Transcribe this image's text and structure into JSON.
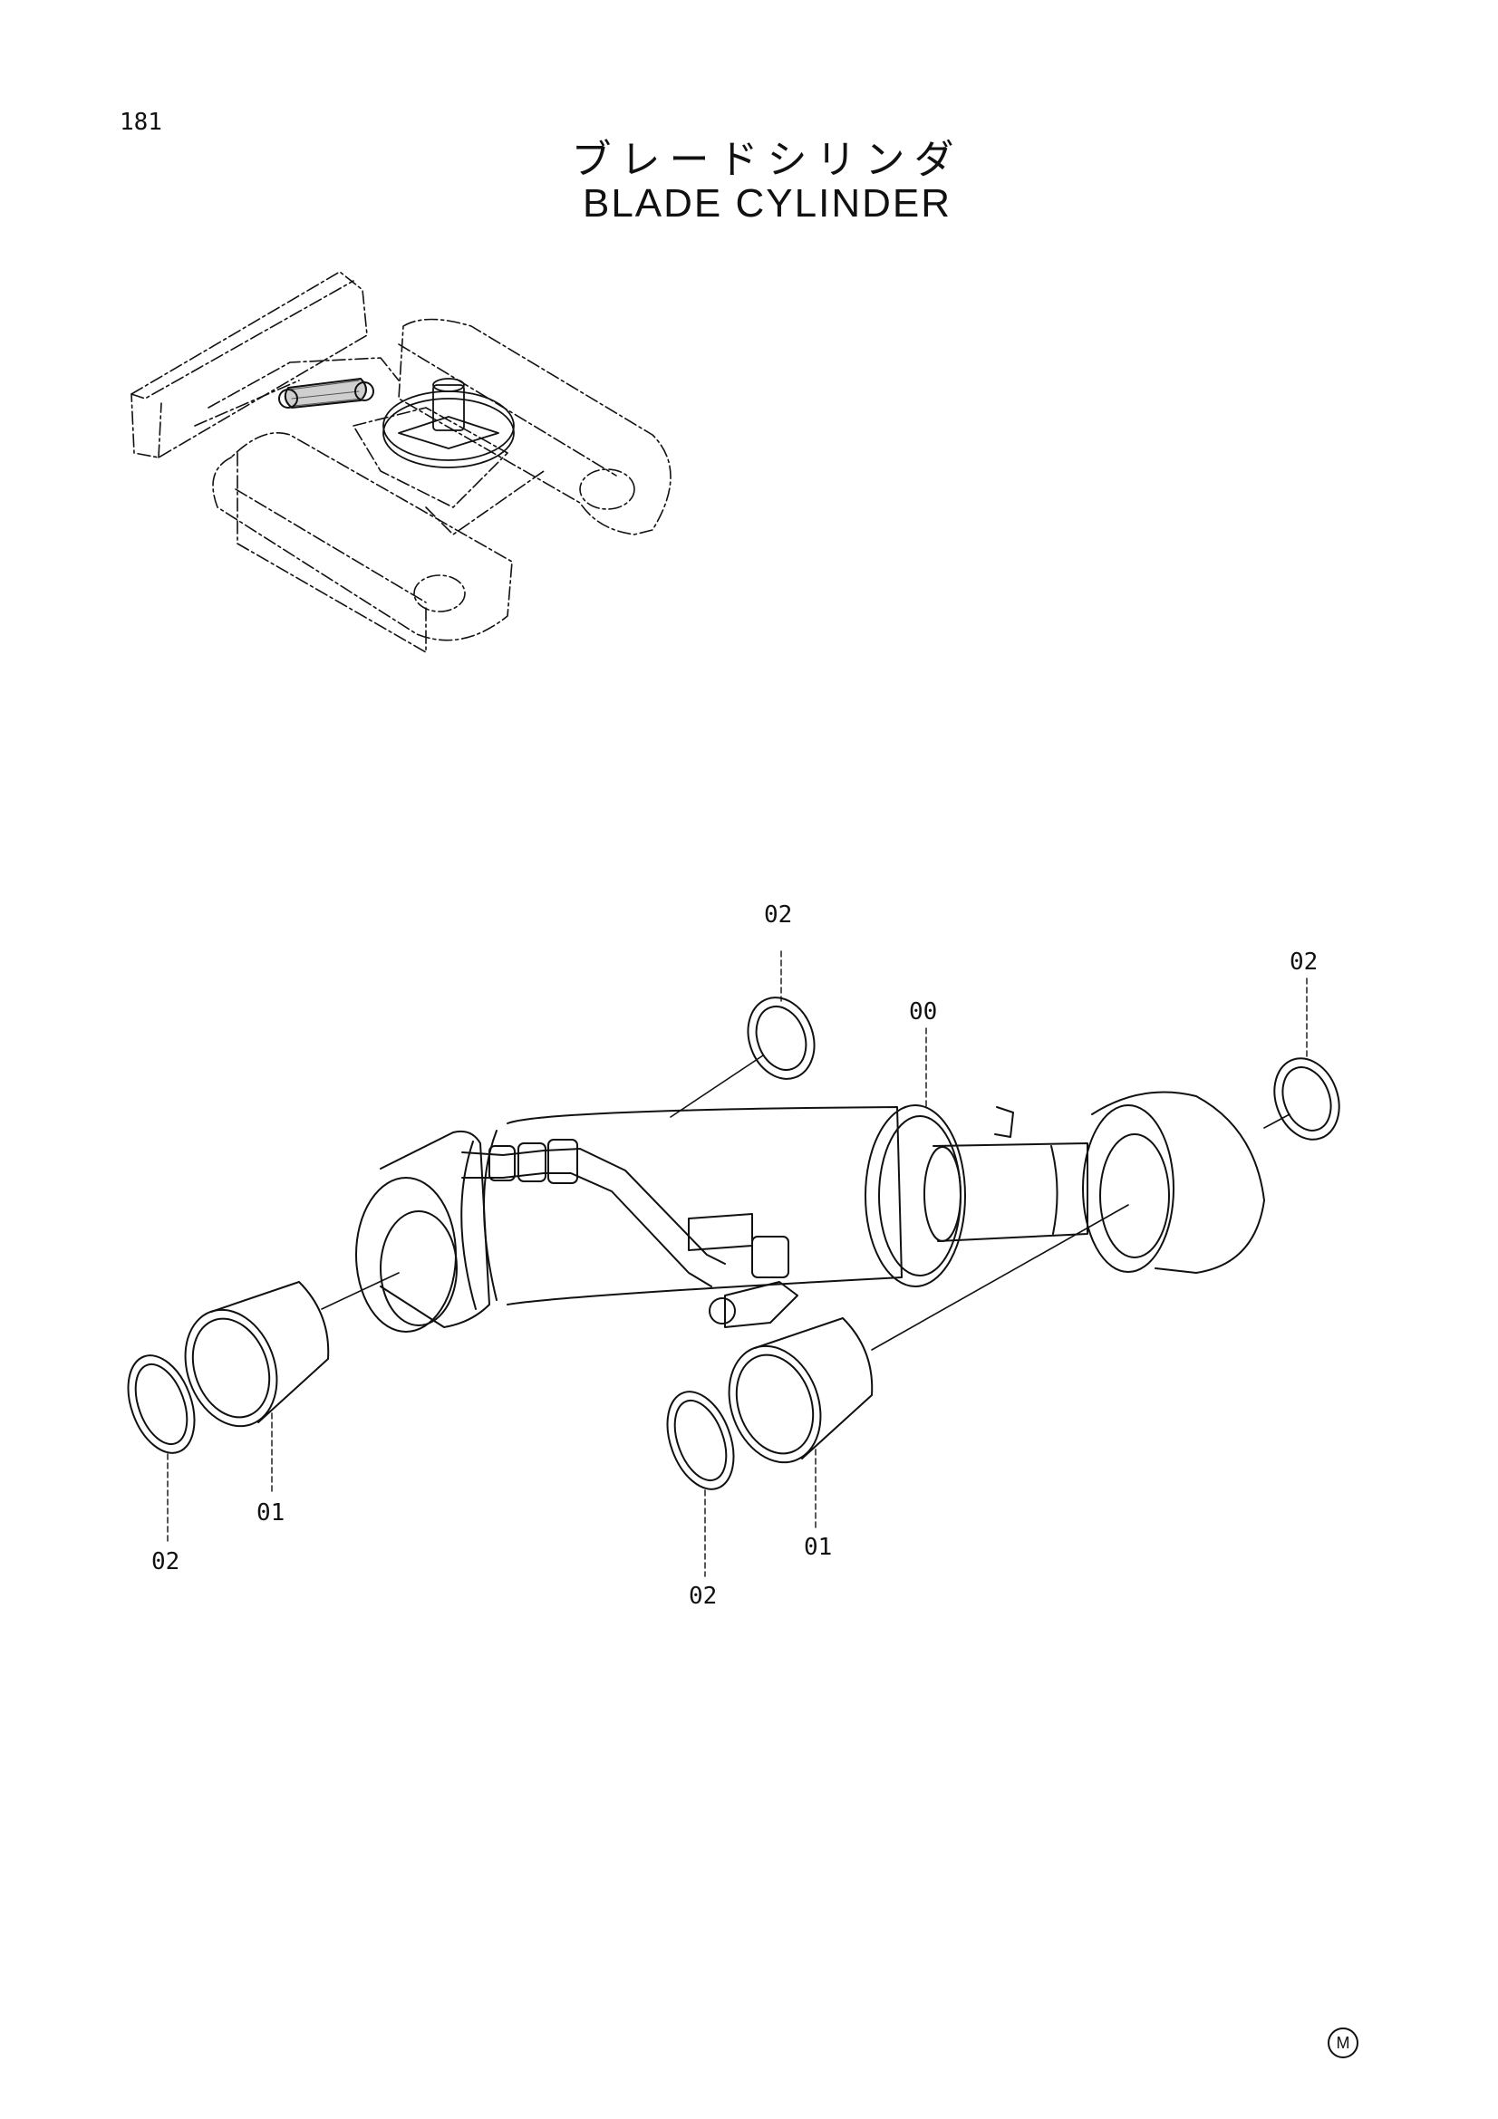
{
  "page": {
    "number": "181",
    "title_jp": "ブレードシリンダ",
    "title_en": "BLADE CYLINDER",
    "mark": "M"
  },
  "callouts": {
    "top_ring": "02",
    "cylinder": "00",
    "right_ring": "02",
    "left_bushing": "01",
    "left_ring": "02",
    "center_bushing": "01",
    "center_ring": "02"
  }
}
